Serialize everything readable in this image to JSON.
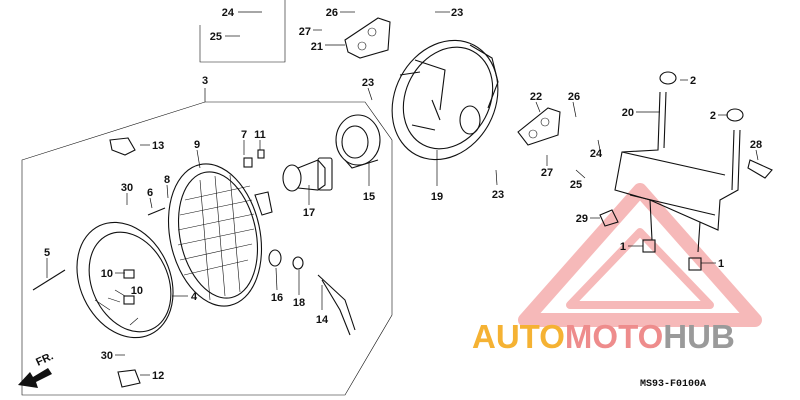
{
  "diagram": {
    "code": "MS93-F0100A",
    "front_label": "FR.",
    "callouts": [
      "1",
      "2",
      "3",
      "4",
      "5",
      "6",
      "7",
      "8",
      "9",
      "10",
      "11",
      "12",
      "13",
      "14",
      "15",
      "16",
      "17",
      "18",
      "19",
      "20",
      "21",
      "22",
      "23",
      "24",
      "25",
      "26",
      "27",
      "28",
      "29",
      "30"
    ]
  },
  "watermark": {
    "word_1": "AUTO",
    "word_2": "MOTO",
    "word_3": "HUB",
    "colors": {
      "auto": "#f5b233",
      "moto": "#ee8c8c",
      "hub": "#9a9a9a",
      "triangle": "#f08080"
    }
  }
}
